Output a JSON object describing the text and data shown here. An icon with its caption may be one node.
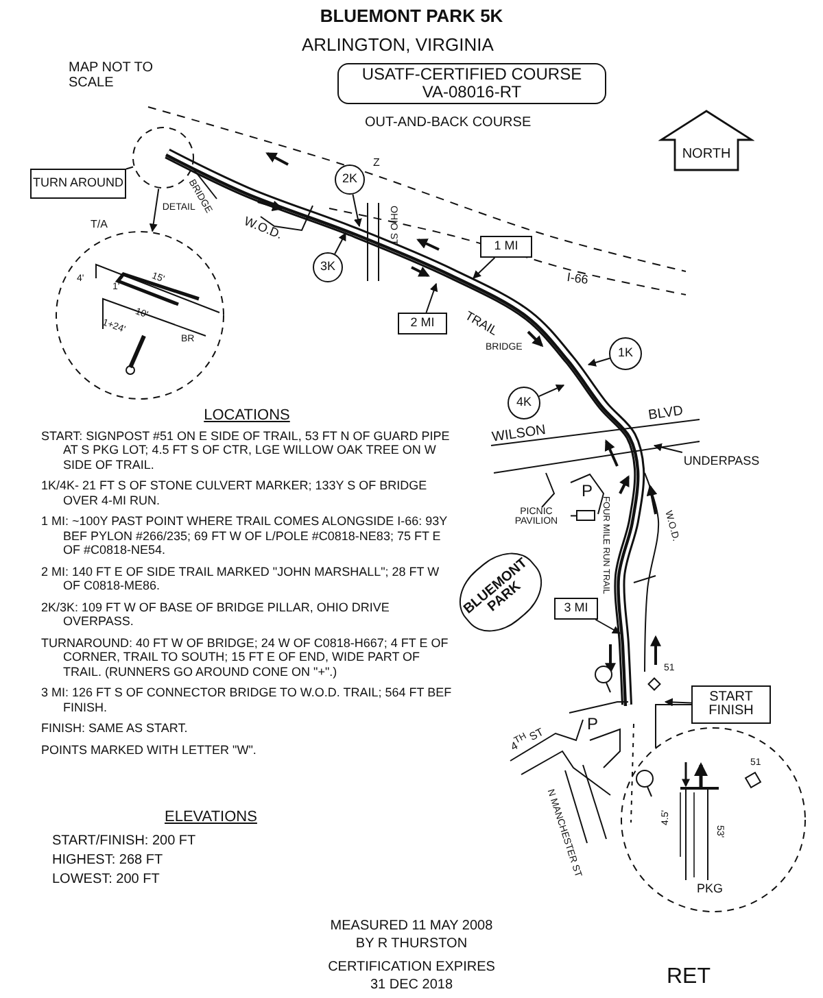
{
  "diagram": {
    "title": "BLUEMONT PARK 5K",
    "nodes": [
      {
        "text": [
          "USATF-CERTIFIED COURSE VA-08016-RT"
        ]
      },
      {
        "text": [
          "NORTH"
        ]
      },
      {
        "text": [],
        "shape": "circle"
      },
      {
        "text": [
          "TURN AROUND"
        ]
      },
      {
        "text": [
          "2K"
        ]
      },
      {
        "text": [
          "3K"
        ]
      },
      {
        "text": [
          "1 MI"
        ]
      },
      {
        "text": [
          "2 MI"
        ]
      },
      {
        "text": [],
        "shape": "circle"
      },
      {
        "text": [
          "1K"
        ]
      },
      {
        "text": [
          "4K"
        ]
      },
      {
        "text": [
          "UNDERPASS"
        ]
      },
      {
        "text": [
          "PICNIC PAVILION"
        ]
      },
      {
        "text": [],
        "shape": "box"
      },
      {
        "text": [
          "BLUEMONT PARK"
        ]
      },
      {
        "text": [
          "3 MI"
        ]
      },
      {
        "text": [
          "START FINISH"
        ]
      },
      {
        "text": [],
        "shape": "circle"
      }
    ],
    "edges": [
      {
        "from": 3,
        "to": 2,
        "arrow": "none"
      },
      {
        "from": 2,
        "to": 8,
        "arrow": "to",
        "label": "DETAIL"
      },
      {
        "from": 4,
        "to": null,
        "arrow": "to"
      },
      {
        "from": 5,
        "to": null,
        "arrow": "to"
      },
      {
        "from": 6,
        "to": null,
        "arrow": "to"
      },
      {
        "from": 7,
        "to": null,
        "arrow": "to"
      },
      {
        "from": 9,
        "to": null,
        "arrow": "to"
      },
      {
        "from": 10,
        "to": null,
        "arrow": "to"
      },
      {
        "from": 11,
        "to": null,
        "arrow": "to"
      },
      {
        "from": 12,
        "to": 13,
        "arrow": "none"
      },
      {
        "from": 15,
        "to": null,
        "arrow": "to"
      },
      {
        "from": 16,
        "to": null,
        "arrow": "to"
      },
      {
        "from": 16,
        "to": 17,
        "arrow": "none"
      }
    ],
    "labels": [
      "MAP NOT TO SCALE",
      "ARLINGTON, VIRGINIA",
      "OUT-AND-BACK COURSE",
      "BRIDGE",
      "W.O.D.",
      "Z",
      "OHIO ST",
      "I-66",
      "TRAIL",
      "BRIDGE",
      "WILSON",
      "BLVD",
      "P",
      "FOUR MILE RUN TRAIL",
      "W.O.D.",
      "51",
      "4$^{TH}$ ST",
      "P",
      "N MANCHESTER ST",
      "51",
      "PKG",
      "T/A",
      "15'",
      "4'",
      "1'",
      "10'",
      "1+24'",
      "BR",
      "4.5'",
      "53'",
      "LOCATIONS",
      "START: SIGNPOST #51 ON E SIDE OF TRAIL, 53 FT N OF GUARD PIPE AT S PKG LOT; 4.5 FT S OF CTR, LGE WILLOW OAK TREE ON W SIDE OF TRAIL.",
      "1K/4K- 21 FT S OF STONE CULVERT MARKER; 133Y S OF BRIDGE OVER 4-MI RUN.",
      "1 MI: ~100Y PAST POINT WHERE TRAIL COMES ALONGSIDE I-66: 93Y BEF PYLON #266/235; 69 FT W OF L/POLE #C0818-NE83; 75 FT E OF #C0818-NE54.",
      "2 MI: 140 FT E OF SIDE TRAIL MARKED \"JOHN MARSHALL\"; 28 FT W OF C0818-ME86.",
      "2K/3K: 109 FT W OF BASE OF BRIDGE PILLAR, OHIO DRIVE OVERPASS.",
      "TURNAROUND: 40 FT W OF BRIDGE; 24 W OF C0818-H667; 4 FT E OF CORNER, TRAIL TO SOUTH; 15 FT E OF END, WIDE PART OF TRAIL. (RUNNERS GO AROUND CONE ON \"+\".)",
      "3 MI: 126 FT S OF CONNECTOR BRIDGE TO W.O.D. TRAIL; 564 FT BEF FINISH.",
      "FINISH: SAME AS START.",
      "POINTS MARKED WITH LETTER \"W\".",
      "ELEVATIONS",
      "START/FINISH: 200 FT",
      "HIGHEST: 268 FT",
      "LOWEST: 200 FT",
      "MEASURED 11 MAY 2008",
      "BY R THURSTON",
      "CERTIFICATION EXPIRES",
      "31 DEC 2018",
      "RET"
    ]
  }
}
